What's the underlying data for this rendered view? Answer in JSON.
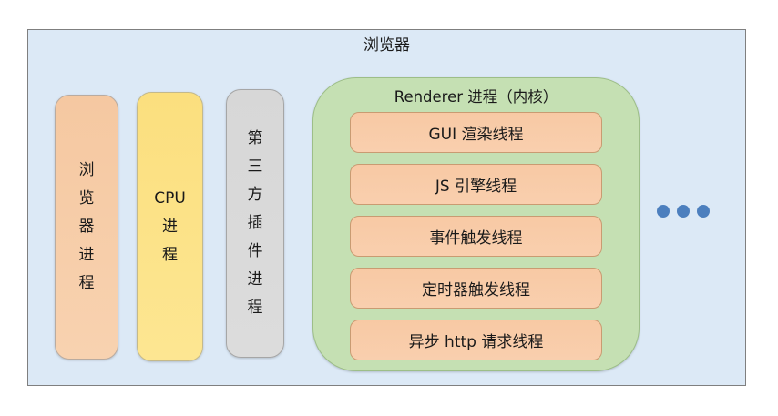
{
  "diagram": {
    "title": "浏览器",
    "processes": [
      {
        "name": "browser-process",
        "label": "浏\n览\n器\n进\n程",
        "fill": "#F6CBA6"
      },
      {
        "name": "cpu-process",
        "label": "CPU\n进\n程",
        "fill": "#FBE187"
      },
      {
        "name": "third-party-plugin-process",
        "label": "第\n三\n方\n插\n件\n进\n程",
        "fill": "#D9D9D9"
      }
    ],
    "renderer_process": {
      "title": "Renderer 进程（内核）",
      "fill": "#C5E0B3",
      "thread_fill": "#F8CBA8",
      "threads": [
        "GUI 渲染线程",
        "JS 引擎线程",
        "事件触发线程",
        "定时器触发线程",
        "异步 http 请求线程"
      ]
    },
    "more_processes_indicator": {
      "dot_count": 3,
      "dot_color": "#4C7FBE"
    }
  },
  "colors": {
    "canvas_background": "#FFFFFF",
    "browser_container_fill": "#DCE9F6",
    "browser_container_border": "#7F7F7F"
  }
}
